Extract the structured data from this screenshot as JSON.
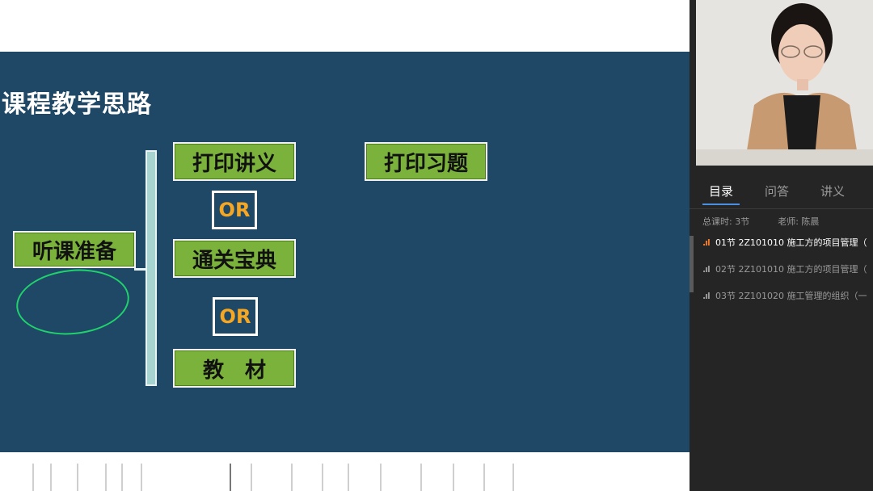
{
  "slide": {
    "title": "课程教学思路",
    "start_box": "听课准备",
    "option_1": "打印讲义",
    "option_2": "通关宝典",
    "option_3": "教　材",
    "extra_box": "打印习题",
    "or_1": "OR",
    "or_2": "OR"
  },
  "sidebar": {
    "tabs": [
      {
        "label": "目录",
        "active": true
      },
      {
        "label": "问答",
        "active": false
      },
      {
        "label": "讲义",
        "active": false
      }
    ],
    "meta": {
      "total_label": "总课时: 3节",
      "teacher_label": "老师: 陈晨"
    },
    "lessons": [
      {
        "text": "01节 2Z101010 施工方的项目管理（",
        "active": true,
        "icon": "signal-bars-icon"
      },
      {
        "text": "02节 2Z101010 施工方的项目管理（",
        "active": false,
        "icon": "signal-bars-icon"
      },
      {
        "text": "03节 2Z101020 施工管理的组织（一",
        "active": false,
        "icon": "signal-bars-icon"
      }
    ]
  },
  "colors": {
    "slide_bg": "#1f4866",
    "box_green": "#7ab23b",
    "or_text": "#f5a623",
    "active_icon": "#f07b2b",
    "sidebar_bg": "#252525",
    "tab_underline": "#4a90e2",
    "annotation_circle": "#1fd26b"
  }
}
